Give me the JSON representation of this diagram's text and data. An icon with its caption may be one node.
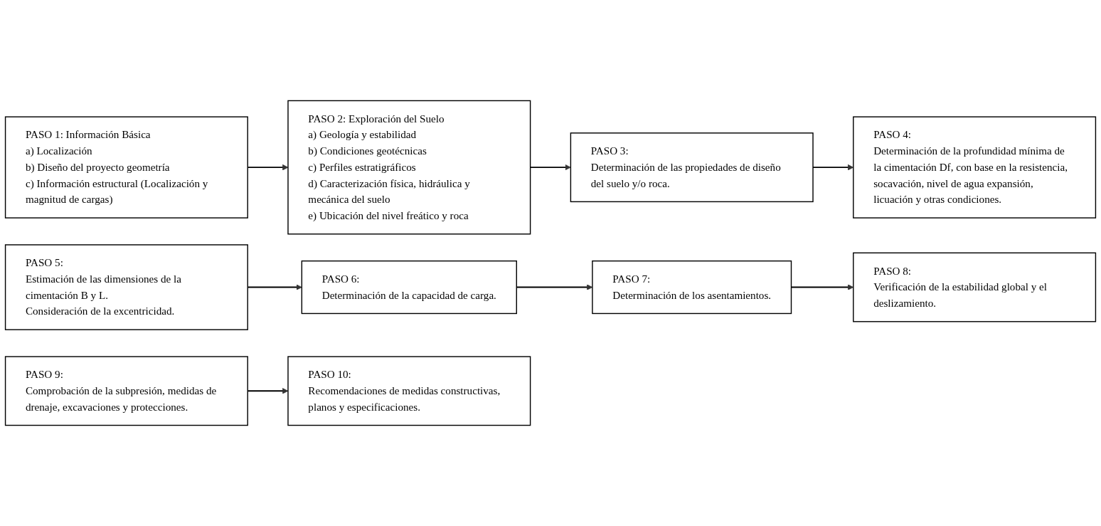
{
  "diagram": {
    "nodes": [
      {
        "text": [
          "PASO 1: Información Básica",
          "a) Localización",
          "b) Diseño del proyecto geometría",
          "c) Información estructural (Localización y magnitud de cargas)"
        ]
      },
      {
        "text": [
          "PASO 2: Exploración del Suelo",
          "a) Geología y estabilidad",
          "b) Condiciones geotécnicas",
          "c) Perfiles estratigráficos",
          "d) Caracterización física, hidráulica y mecánica del suelo",
          "e) Ubicación del nivel freático y roca"
        ]
      },
      {
        "text": [
          "PASO 3:",
          "Determinación de las propiedades de diseño del suelo y/o roca."
        ]
      },
      {
        "text": [
          "PASO 4:",
          "Determinación de la profundidad mínima de la cimentación Df, con base en la resistencia, socavación, nivel de agua expansión, licuación y otras condiciones."
        ]
      },
      {
        "text": [
          "PASO 5:",
          "Estimación de las dimensiones de la cimentación B y L.",
          "Consideración de la excentricidad."
        ]
      },
      {
        "text": [
          "PASO 6:",
          "Determinación de la capacidad de carga."
        ]
      },
      {
        "text": [
          "PASO 7:",
          "Determinación de los asentamientos."
        ]
      },
      {
        "text": [
          "PASO 8:",
          "Verificación de la estabilidad global y el deslizamiento."
        ]
      },
      {
        "text": [
          "PASO 9:",
          "Comprobación de la subpresión, medidas de drenaje, excavaciones y protecciones."
        ]
      },
      {
        "text": [
          "PASO 10:",
          "Recomendaciones de medidas constructivas, planos y especificaciones."
        ]
      }
    ],
    "edges": [
      {
        "from": 0,
        "to": 1,
        "arrow": "to"
      },
      {
        "from": 1,
        "to": 2,
        "arrow": "to"
      },
      {
        "from": 2,
        "to": 3,
        "arrow": "to"
      },
      {
        "from": 4,
        "to": 5,
        "arrow": "to"
      },
      {
        "from": 5,
        "to": 6,
        "arrow": "to"
      },
      {
        "from": 6,
        "to": 7,
        "arrow": "to"
      },
      {
        "from": 8,
        "to": 9,
        "arrow": "to"
      }
    ]
  }
}
